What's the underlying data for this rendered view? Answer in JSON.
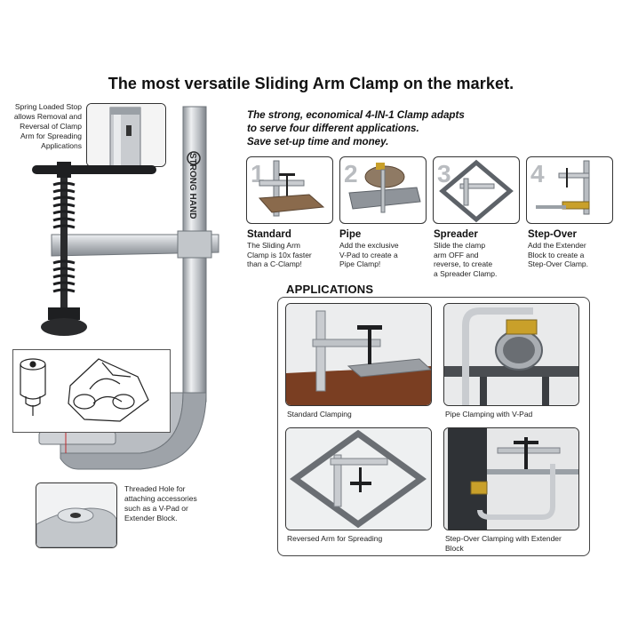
{
  "title": "The most versatile Sliding Arm Clamp on the market.",
  "tagline": [
    "The strong, economical 4-IN-1 Clamp adapts",
    "to serve four different applications.",
    "Save set-up time and money."
  ],
  "callouts": {
    "spring_stop": [
      "Spring Loaded Stop",
      "allows Removal and",
      "Reversal of Clamp",
      "Arm for Spreading",
      "Applications"
    ],
    "threaded_hole": [
      "Threaded Hole for",
      "attaching accessories",
      "such as a V-Pad or",
      "Extender Block."
    ]
  },
  "brand_text": "STRONG HAND",
  "modes": [
    {
      "number": "1",
      "name": "Standard",
      "desc": [
        "The Sliding Arm",
        "Clamp is 10x faster",
        "than a C-Clamp!"
      ]
    },
    {
      "number": "2",
      "name": "Pipe",
      "desc": [
        "Add the exclusive",
        "V-Pad to create a",
        "Pipe Clamp!"
      ]
    },
    {
      "number": "3",
      "name": "Spreader",
      "desc": [
        "Slide the clamp",
        "arm OFF and",
        "reverse, to create",
        "a Spreader Clamp."
      ]
    },
    {
      "number": "4",
      "name": "Step-Over",
      "desc": [
        "Add the Extender",
        "Block to create a",
        "Step-Over Clamp."
      ]
    }
  ],
  "applications": {
    "heading": "APPLICATIONS",
    "items": [
      {
        "caption": "Standard Clamping"
      },
      {
        "caption": "Pipe Clamping with V-Pad"
      },
      {
        "caption": "Reversed Arm for Spreading"
      },
      {
        "caption": "Step-Over Clamping with Extender Block"
      }
    ]
  },
  "colors": {
    "steel": "#c9ccd0",
    "steel_dark": "#8d9298",
    "handle": "#1e1f21",
    "brass": "#c9a02a",
    "rust": "#7a3e22"
  }
}
